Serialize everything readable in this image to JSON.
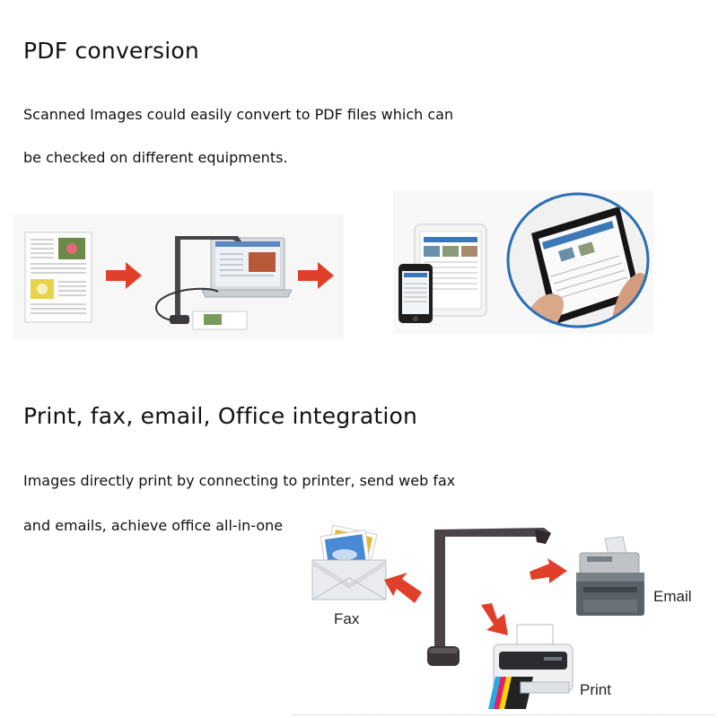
{
  "section1": {
    "title": "PDF conversion",
    "line1": "Scanned Images could easily convert to PDF files which can",
    "line2": "be checked on different equipments."
  },
  "section2": {
    "title": "Print, fax, email, Office integration",
    "line1": "Images directly print by connecting to printer, send web fax",
    "line2": "and emails, achieve office all-in-one"
  },
  "labels": {
    "fax": "Fax",
    "email": "Email",
    "print": "Print"
  },
  "colors": {
    "arrow": "#e0402a",
    "stand": "#4a4448",
    "tablet_ring": "#2a6fb6"
  }
}
